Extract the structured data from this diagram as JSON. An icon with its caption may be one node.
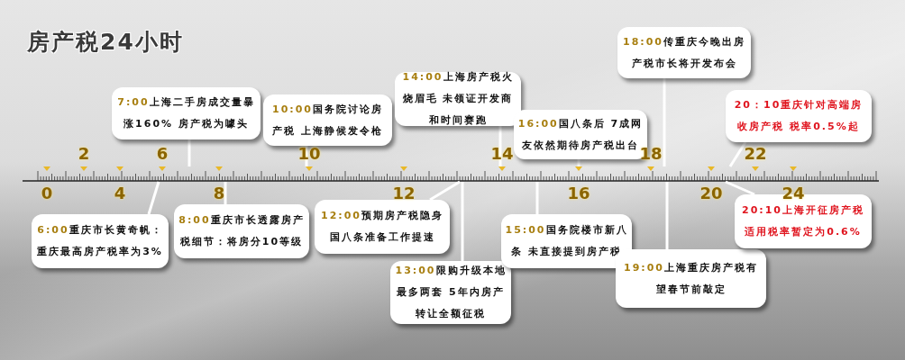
{
  "diagram": {
    "title": "房产税24小时",
    "nodes": [
      {
        "text": [
          "6:00",
          "重庆市长黄奇帆：重庆最高房产税率为3%"
        ]
      },
      {
        "text": [
          "7:00",
          "上海二手房成交量暴涨160% 房产税为噱头"
        ]
      },
      {
        "text": [
          "8:00",
          "重庆市长透露房产税细节：将房分10等级"
        ]
      },
      {
        "text": [
          "10:00",
          "国务院讨论房产税 上海静候发令枪"
        ]
      },
      {
        "text": [
          "12:00",
          "预期房产税隐身国八条准备工作提速"
        ]
      },
      {
        "text": [
          "13:00",
          "限购升级本地最多两套 5年内房产转让全额征税"
        ]
      },
      {
        "text": [
          "14:00",
          "上海房产税火烧眉毛 未领证开发商和时间赛跑"
        ]
      },
      {
        "text": [
          "15:00",
          "国务院楼市新八条 未直接提到房产税"
        ]
      },
      {
        "text": [
          "16:00",
          "国八条后 7成网友依然期待房产税出台"
        ]
      },
      {
        "text": [
          "18:00",
          "传重庆今晚出房产税市长将开发布会"
        ]
      },
      {
        "text": [
          "19:00",
          "上海重庆房产税有望春节前敲定"
        ]
      },
      {
        "text": [
          "20：10",
          "重庆针对高端房收房产税 税率0.5%起"
        ]
      },
      {
        "text": [
          "20:10",
          "上海开征房产税适用税率暂定为0.6%"
        ]
      },
      {
        "text": [],
        "shape": "bar"
      }
    ],
    "edges": [
      {
        "from": 0,
        "to": 13,
        "arrow": "none"
      },
      {
        "from": 1,
        "to": 13,
        "arrow": "none"
      },
      {
        "from": 2,
        "to": 13,
        "arrow": "none"
      },
      {
        "from": 3,
        "to": 13,
        "arrow": "none"
      },
      {
        "from": 4,
        "to": 13,
        "arrow": "none"
      },
      {
        "from": 5,
        "to": 13,
        "arrow": "none"
      },
      {
        "from": 6,
        "to": 13,
        "arrow": "none"
      },
      {
        "from": 7,
        "to": 13,
        "arrow": "none"
      },
      {
        "from": 8,
        "to": 13,
        "arrow": "none"
      },
      {
        "from": 9,
        "to": 13,
        "arrow": "none"
      },
      {
        "from": 10,
        "to": 13,
        "arrow": "none"
      },
      {
        "from": 11,
        "to": 13,
        "arrow": "none"
      },
      {
        "from": 12,
        "to": 13,
        "arrow": "none"
      }
    ],
    "labels": [
      "0",
      "2",
      "4",
      "6",
      "8",
      "10",
      "12",
      "14",
      "16",
      "18",
      "20",
      "22",
      "24"
    ]
  }
}
